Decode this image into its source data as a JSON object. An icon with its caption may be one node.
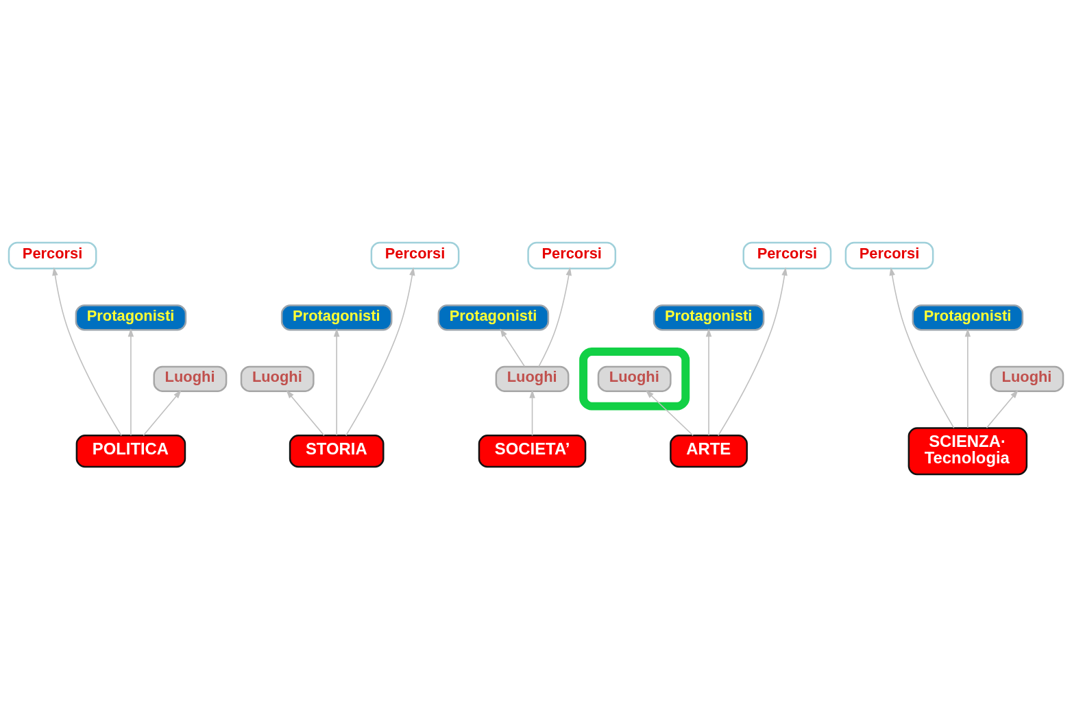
{
  "diagram": {
    "nodes": [
      {
        "text": [
          "Percorsi"
        ]
      },
      {
        "text": [
          "Percorsi"
        ]
      },
      {
        "text": [
          "Protagonisti"
        ]
      },
      {
        "text": [
          "Protagonisti"
        ]
      },
      {
        "text": [],
        "shape": "ellipse"
      },
      {
        "text": [
          "Luoghi"
        ]
      },
      {
        "text": [
          "Luoghi"
        ],
        "in": 4
      },
      {
        "text": [
          "STORIA"
        ]
      },
      {
        "text": [
          "ARTE"
        ]
      },
      {
        "text": [
          "Percorsi"
        ]
      },
      {
        "text": [
          "Percorsi"
        ]
      },
      {
        "text": [
          "Protagonisti"
        ]
      },
      {
        "text": [
          "POLITICA"
        ]
      },
      {
        "text": [
          "SCIENZA· Tecnologia"
        ]
      },
      {
        "text": [
          "Protagonisti"
        ]
      },
      {
        "text": [
          "Luoghi"
        ]
      },
      {
        "text": [
          "Luoghi"
        ]
      },
      {
        "text": [
          "SOCIETA’"
        ]
      },
      {
        "text": [
          "Luoghi"
        ]
      },
      {
        "text": [
          "Protagonisti"
        ]
      },
      {
        "text": [
          "Percorsi"
        ]
      }
    ],
    "edges": [
      {
        "from": 7,
        "to": 5,
        "arrow": "to"
      },
      {
        "from": 7,
        "to": 2,
        "arrow": "to"
      },
      {
        "from": 7,
        "to": 0,
        "arrow": "to"
      },
      {
        "from": 8,
        "to": 6,
        "arrow": "to"
      },
      {
        "from": 8,
        "to": 3,
        "arrow": "to"
      },
      {
        "from": 8,
        "to": 1,
        "arrow": "to"
      },
      {
        "from": 12,
        "to": 9,
        "arrow": "to"
      },
      {
        "from": 12,
        "to": 11,
        "arrow": "to"
      },
      {
        "from": 12,
        "to": 15,
        "arrow": "to"
      },
      {
        "from": 13,
        "to": 10,
        "arrow": "to"
      },
      {
        "from": 13,
        "to": 14,
        "arrow": "to"
      },
      {
        "from": 13,
        "to": 16,
        "arrow": "to"
      },
      {
        "from": 17,
        "to": 18,
        "arrow": "to"
      },
      {
        "from": 18,
        "to": 19,
        "arrow": "to"
      },
      {
        "from": 18,
        "to": 20,
        "arrow": "to"
      }
    ]
  }
}
